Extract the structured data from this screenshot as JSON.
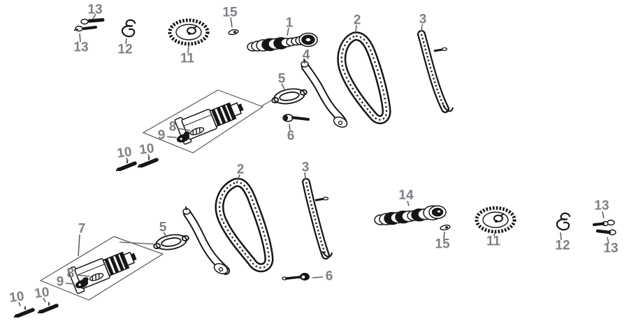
{
  "diagram": {
    "colors": {
      "background": "#ffffff",
      "label": "#7d8085",
      "line": "#161616"
    }
  },
  "callouts": {
    "bolt13_top_a": "13",
    "bolt13_top_b": "13",
    "clip12_top": "12",
    "gear11_top": "11",
    "pin15_top": "15",
    "camshaft1": "1",
    "chain2_top": "2",
    "guide3_top": "3",
    "guide4_top": "4",
    "gasket5_top": "5",
    "bolt6_top": "6",
    "spring8_top": "8",
    "seat9_top": "9",
    "bolt10_top_a": "10",
    "bolt10_top_b": "10",
    "chain2_bottom": "2",
    "guide3_bottom": "3",
    "tensioner7": "7",
    "gasket5_bottom": "5",
    "spring8_bottom": "8",
    "seat9_bottom": "9",
    "bolt10_bottom_a": "10",
    "bolt10_bottom_b": "10",
    "bolt6_bottom": "6",
    "camshaft14": "14",
    "pin15_bottom": "15",
    "gear11_bottom": "11",
    "clip12_bottom": "12",
    "bolt13_bottom_a": "13",
    "bolt13_bottom_b": "13"
  }
}
